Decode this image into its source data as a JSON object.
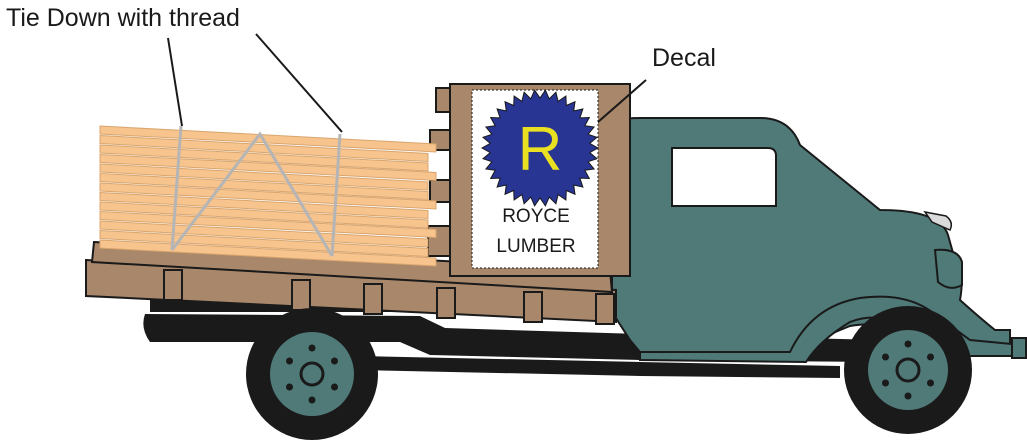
{
  "labels": {
    "tie_down": "Tie Down with thread",
    "decal": "Decal"
  },
  "decal": {
    "letter": "R",
    "line1": "ROYCE",
    "line2": "LUMBER"
  },
  "colors": {
    "cab": "#4f7a78",
    "wood": "#a9876a",
    "lumber": "#f7c48e",
    "lumber_edge": "#d8a56e",
    "chassis": "#1a1a1a",
    "wheel_hub": "#4f7a78",
    "seal": "#283593",
    "seal_letter": "#e8e020",
    "thread": "#b5b5b5"
  }
}
